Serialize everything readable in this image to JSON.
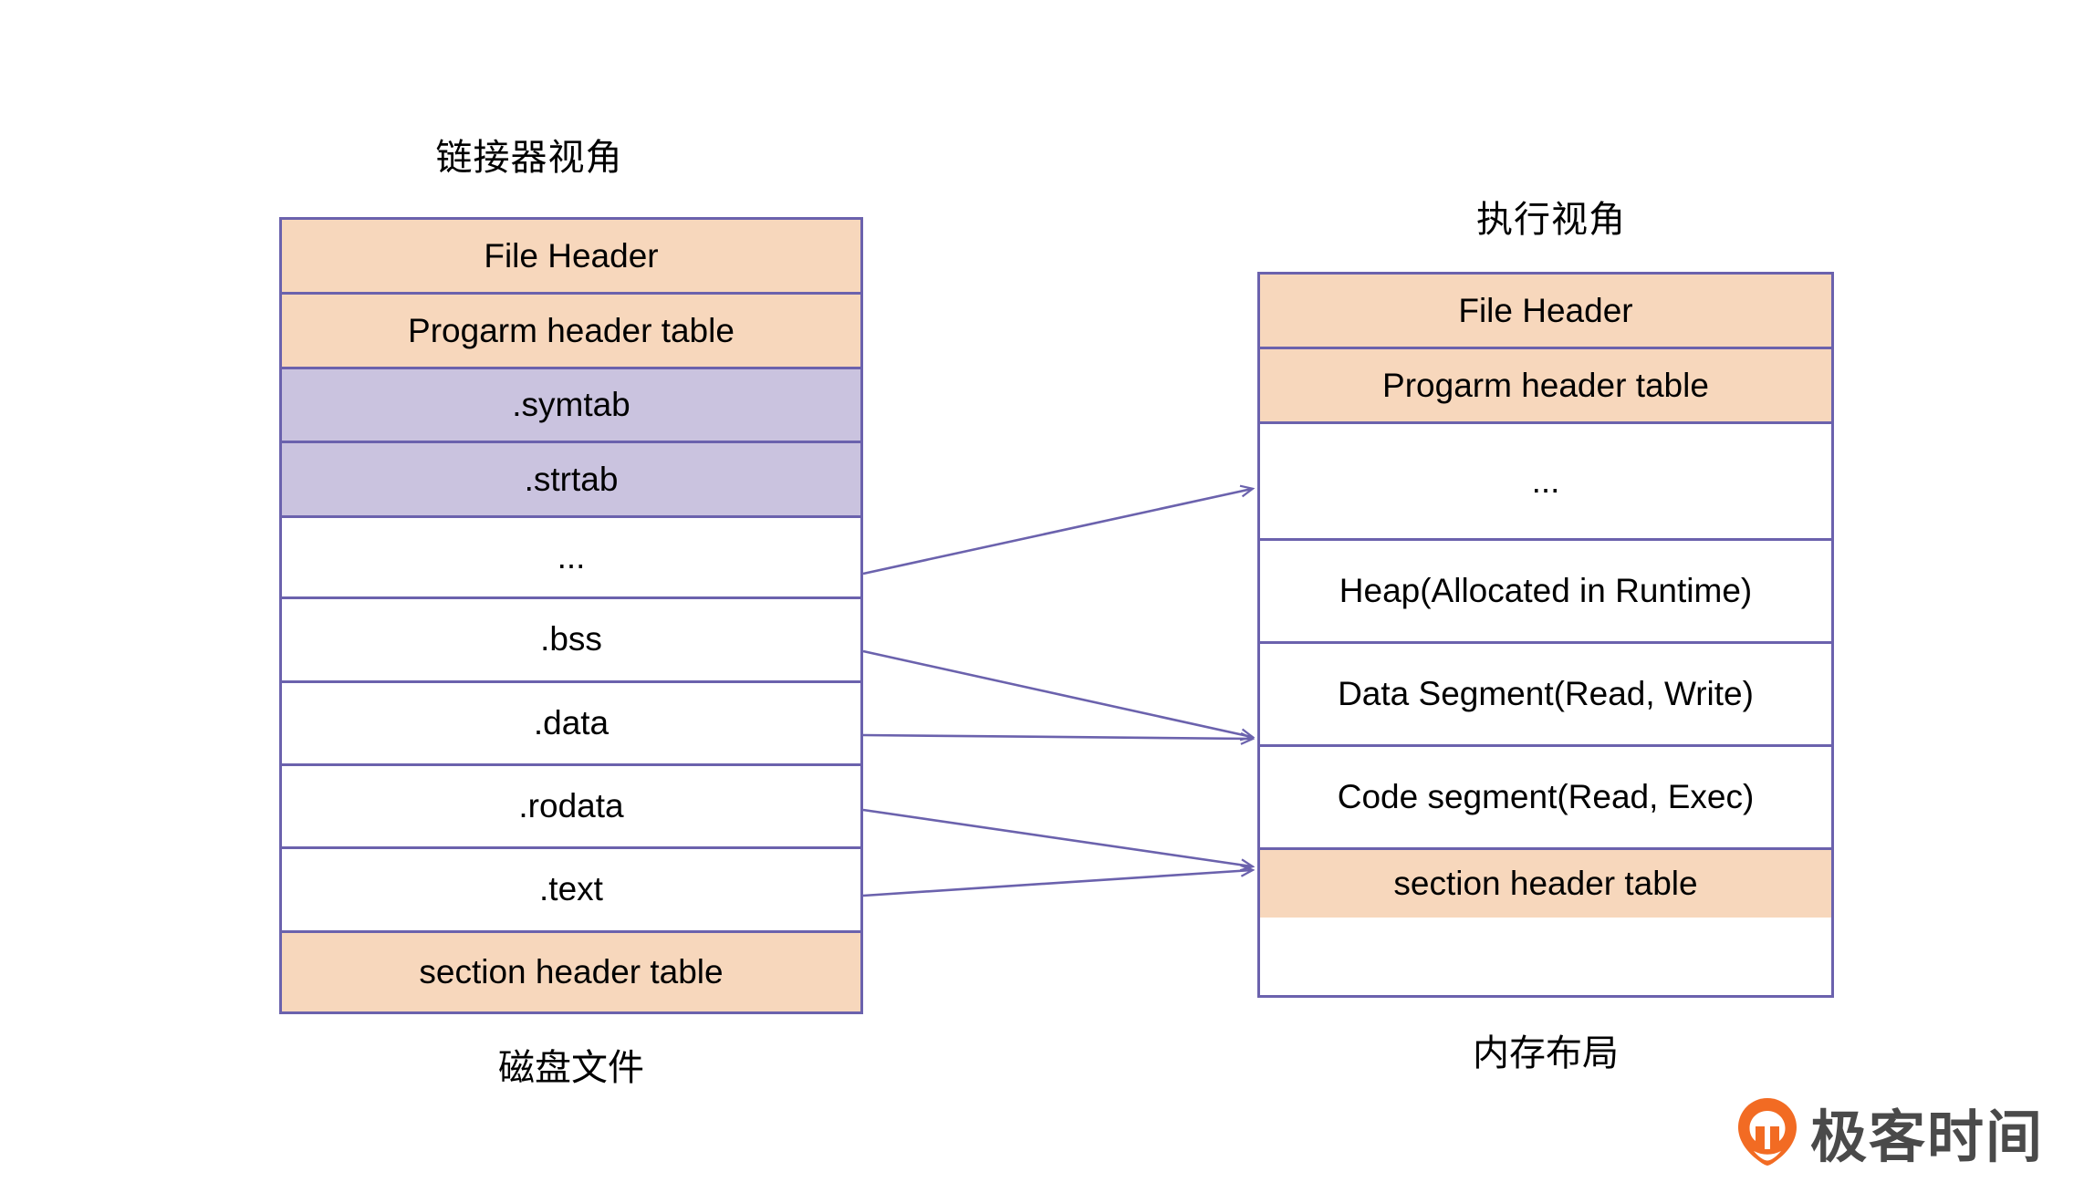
{
  "diagram": {
    "title_left": "链接器视角",
    "title_right": "执行视角",
    "caption_left": "磁盘文件",
    "caption_right": "内存布局",
    "colors": {
      "orange_fill": "#F7D7BC",
      "purple_fill": "#CAC3DF",
      "white_fill": "#FFFFFF",
      "border": "#6B62AD",
      "arrow": "#6B62AD",
      "logo_orange": "#F26B23",
      "logo_text": "#4A4A4A",
      "text": "#000000",
      "background": "#FFFFFF"
    },
    "left_stack": {
      "name": "linker-view-stack",
      "rows": [
        {
          "label": "File Header",
          "fill": "orange"
        },
        {
          "label": "Progarm header table",
          "fill": "orange"
        },
        {
          "label": ".symtab",
          "fill": "purple"
        },
        {
          "label": ".strtab",
          "fill": "purple"
        },
        {
          "label": "...",
          "fill": "white"
        },
        {
          "label": ".bss",
          "fill": "white"
        },
        {
          "label": ".data",
          "fill": "white"
        },
        {
          "label": ".rodata",
          "fill": "white"
        },
        {
          "label": ".text",
          "fill": "white"
        },
        {
          "label": "section header table",
          "fill": "orange"
        }
      ]
    },
    "right_stack": {
      "name": "execution-view-stack",
      "rows": [
        {
          "label": "File Header",
          "fill": "orange"
        },
        {
          "label": "Progarm header table",
          "fill": "orange"
        },
        {
          "label": "...",
          "fill": "white"
        },
        {
          "label": "Heap(Allocated in Runtime)",
          "fill": "white"
        },
        {
          "label": "Data Segment(Read, Write)",
          "fill": "white"
        },
        {
          "label": "Code segment(Read, Exec)",
          "fill": "white"
        },
        {
          "label": "section header table",
          "fill": "orange"
        }
      ]
    },
    "arrows": [
      {
        "from": "...",
        "to": "..."
      },
      {
        "from": ".bss",
        "to": "Data Segment(Read, Write)"
      },
      {
        "from": ".data",
        "to": "Data Segment(Read, Write)"
      },
      {
        "from": ".rodata",
        "to": "Code segment(Read, Exec)"
      },
      {
        "from": ".text",
        "to": "Code segment(Read, Exec)"
      }
    ]
  },
  "watermark": {
    "brand": "极客时间",
    "icon": "geekbang-pin-icon"
  }
}
